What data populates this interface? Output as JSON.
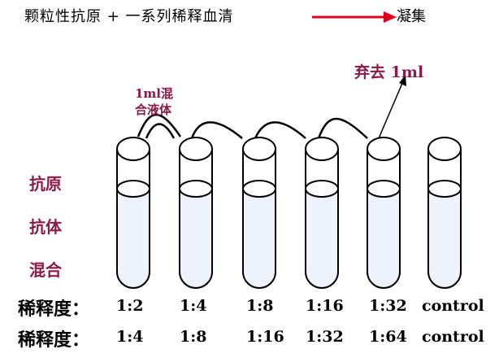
{
  "title": {
    "left_text": "颗粒性抗原 + 一系列稀释血清",
    "right_text": "凝集"
  },
  "annotations": {
    "discard": "弃去 1ml",
    "mix_line1": "1ml混",
    "mix_line2": "合液体"
  },
  "side_labels": [
    "抗原",
    "抗体",
    "混合"
  ],
  "rows": [
    {
      "label": "稀释度：",
      "values": [
        "1:2",
        "1:4",
        "1:8",
        "1:16",
        "1:32",
        "control"
      ]
    },
    {
      "label": "稀释度：",
      "values": [
        "1:4",
        "1:8",
        "1:16",
        "1:32",
        "1:64",
        "control"
      ]
    }
  ],
  "colors": {
    "arrow": "#e0001b",
    "accent_text": "#8b1a4a",
    "tube_fill": "#eef2fb"
  },
  "tube_count": 6
}
